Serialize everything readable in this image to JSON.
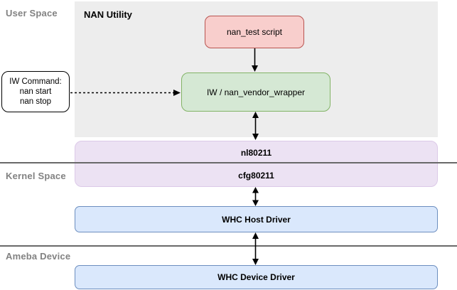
{
  "regions": {
    "user_space_label": "User Space",
    "kernel_space_label": "Kernel Space",
    "ameba_device_label": "Ameba Device"
  },
  "user_space": {
    "title": "NAN Utility",
    "nan_test_box": "nan_test script",
    "iw_wrapper_box": "IW / nan_vendor_wrapper",
    "iw_command_box": {
      "lines": [
        "IW Command:",
        "nan start",
        "nan stop"
      ]
    }
  },
  "kernel_space": {
    "nl80211_label": "nl80211",
    "cfg80211_label": "cfg80211",
    "whc_host_box": "WHC Host Driver"
  },
  "ameba_device": {
    "whc_device_box": "WHC Device Driver"
  },
  "colors": {
    "user_space_background": "#ededed",
    "red_node_fill": "#f8cecc",
    "red_node_border": "#b85450",
    "green_node_fill": "#d5e8d4",
    "green_node_border": "#82b366",
    "purple_node_fill": "#ece2f3",
    "blue_node_fill": "#dae8fc",
    "blue_node_border": "#6c8ebf",
    "region_label_text": "#828282",
    "divider_line": "#696969",
    "arrow": "#000000"
  }
}
